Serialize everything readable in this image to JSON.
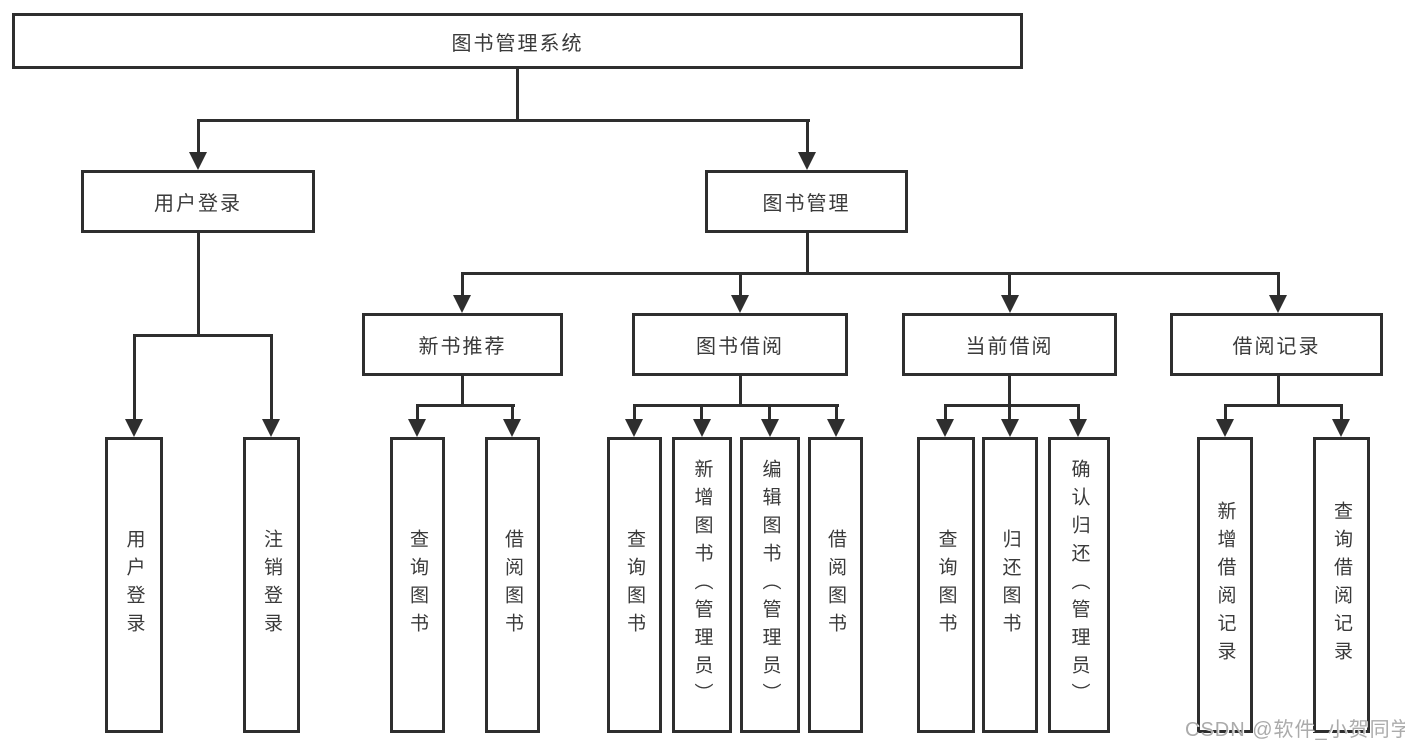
{
  "diagram": {
    "root_label": "图书管理系统",
    "level2": [
      {
        "label": "用户登录"
      },
      {
        "label": "图书管理"
      }
    ],
    "level3": [
      {
        "label": "新书推荐"
      },
      {
        "label": "图书借阅"
      },
      {
        "label": "当前借阅"
      },
      {
        "label": "借阅记录"
      }
    ],
    "leaves": [
      {
        "label": "用户登录"
      },
      {
        "label": "注销登录"
      },
      {
        "label": "查询图书"
      },
      {
        "label": "借阅图书"
      },
      {
        "label": "查询图书"
      },
      {
        "label": "新增图书（管理员）"
      },
      {
        "label": "编辑图书（管理员）"
      },
      {
        "label": "借阅图书"
      },
      {
        "label": "查询图书"
      },
      {
        "label": "归还图书"
      },
      {
        "label": "确认归还（管理员）"
      },
      {
        "label": "新增借阅记录"
      },
      {
        "label": "查询借阅记录"
      }
    ],
    "watermark": "CSDN @软件_小贺同学",
    "colors": {
      "line": "#2e2e2e",
      "text": "#3a3a3a",
      "watermark": "#ababab",
      "background": "#ffffff"
    }
  }
}
